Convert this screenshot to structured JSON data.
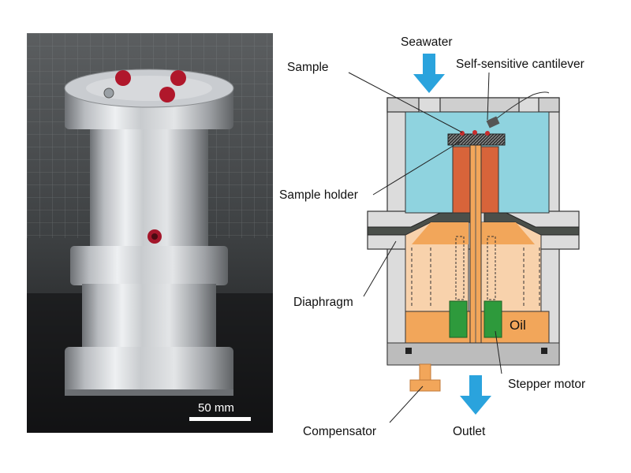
{
  "photo": {
    "scale_bar_label": "50 mm"
  },
  "diagram": {
    "labels": {
      "seawater": "Seawater",
      "sample": "Sample",
      "cantilever": "Self-sensitive cantilever",
      "sample_holder": "Sample holder",
      "diaphragm": "Diaphragm",
      "oil": "Oil",
      "stepper_motor": "Stepper motor",
      "compensator": "Compensator",
      "outlet": "Outlet"
    },
    "colors": {
      "seawater": "#8fd3df",
      "oil": "#f2a65a",
      "oil_light": "#f8d2ac",
      "housing": "#d9d9d9",
      "arrow": "#2aa3dd",
      "motor": "#2e9a3c",
      "holder": "#d8643a"
    }
  }
}
